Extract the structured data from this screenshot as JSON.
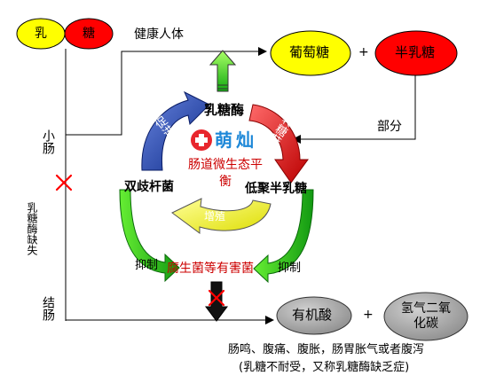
{
  "top_left": {
    "milk": "乳",
    "sugar": "糖"
  },
  "healthy_body": "健康人体",
  "glucose": "葡萄糖",
  "plus": "+",
  "galactose": "半乳糖",
  "portion": "部分",
  "small_intestine": "小肠",
  "lactase_missing": "乳糖酶缺失",
  "large_intestine": "结肠",
  "lactase": "乳糖酶",
  "promote_secretion": "促进分泌",
  "convert_sugar": "转糖苷作用",
  "logo_text": "萌灿",
  "flora_balance": "肠道微生态平衡",
  "bifido": "双歧杆菌",
  "gos": "低聚半乳糖",
  "proliferation": "增殖",
  "inhibit_left": "抑制",
  "inhibit_right": "抑制",
  "harmful": "腐生菌等有害菌",
  "organic_acid": "有机酸",
  "gas": "氢气二氧化碳",
  "symptoms": "肠鸣、腹痛、腹胀，肠胃胀气或者腹泻",
  "intolerance": "(乳糖不耐受，又称乳糖酶缺乏症)",
  "colors": {
    "yellow": "#ffff00",
    "red": "#ff0000",
    "green": "#22cc22",
    "blue": "#1e3ea8",
    "gray": "#999999",
    "dark_red": "#cc0000"
  }
}
